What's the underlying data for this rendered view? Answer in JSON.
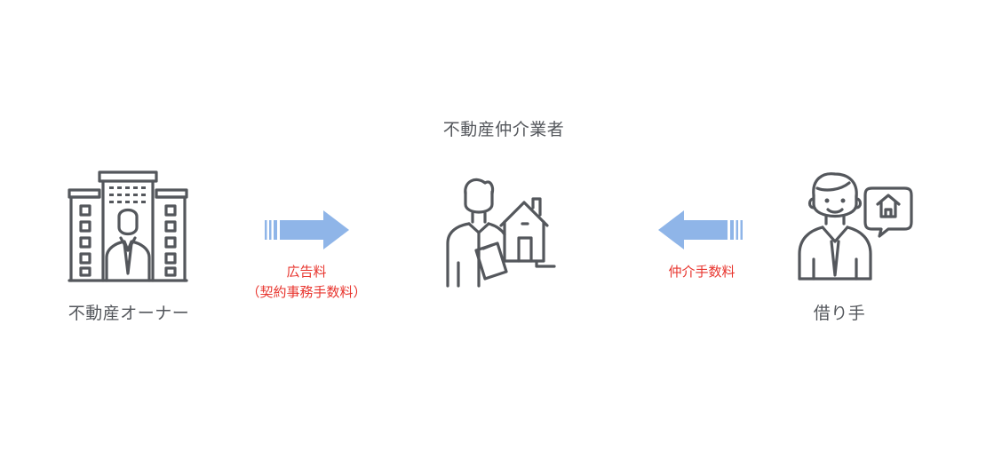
{
  "diagram": {
    "center_label": "不動産仲介業者",
    "left_label": "不動産オーナー",
    "right_label": "借り手",
    "left_fee_line1": "広告料",
    "left_fee_line2": "（契約事務手数料）",
    "right_fee": "仲介手数料",
    "icons": {
      "owner": "office-building-businessman-icon",
      "agent": "agent-with-clipboard-and-house-icon",
      "tenant": "person-with-house-speech-bubble-icon"
    },
    "colors": {
      "text": "#54575c",
      "fee_text": "#e8352e",
      "arrow": "#8fb5e8",
      "icon_stroke": "#54575c"
    }
  }
}
